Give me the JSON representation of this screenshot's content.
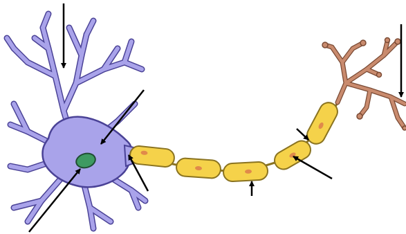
{
  "diagram": {
    "kind": "unlabeled-neuron",
    "parts": [
      {
        "id": "dendrites",
        "pointer": "arrow-1"
      },
      {
        "id": "cell-body",
        "pointer": "arrow-2"
      },
      {
        "id": "nucleus",
        "pointer": "arrow-3"
      },
      {
        "id": "axon-hillock",
        "pointer": "arrow-4"
      },
      {
        "id": "node-of-ranvier",
        "pointer": "arrow-5"
      },
      {
        "id": "myelin-sheath",
        "pointer": "arrow-6"
      },
      {
        "id": "schwann-cell",
        "pointer": "arrow-7"
      },
      {
        "id": "axon-terminal",
        "pointer": "arrow-8"
      }
    ],
    "colors": {
      "soma": "#a9a3ea",
      "soma_outline": "#4a4296",
      "nucleus": "#3e9a62",
      "nucleus_outline": "#1f4d33",
      "myelin": "#f5d24a",
      "myelin_outline": "#8a7320",
      "myelin_nucleus": "#e08a4a",
      "terminal": "#c98b6e",
      "terminal_outline": "#7a4a34",
      "arrow": "#000000"
    }
  }
}
